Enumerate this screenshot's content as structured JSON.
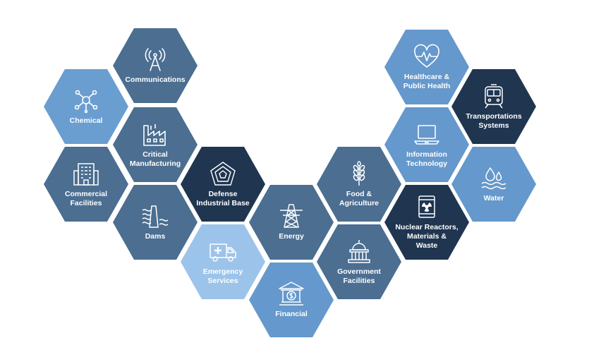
{
  "sectors": [
    {
      "label": "Communications",
      "icon": "antenna-icon",
      "tone": "mid"
    },
    {
      "label": "Chemical",
      "icon": "molecule-icon",
      "tone": "light"
    },
    {
      "label": "Critical\nManufacturing",
      "icon": "factory-icon",
      "tone": "mid"
    },
    {
      "label": "Commercial\nFacilities",
      "icon": "building-icon",
      "tone": "mid"
    },
    {
      "label": "Dams",
      "icon": "dam-icon",
      "tone": "mid"
    },
    {
      "label": "Defense\nIndustrial Base",
      "icon": "pentagon-icon",
      "tone": "dark"
    },
    {
      "label": "Emergency\nServices",
      "icon": "ambulance-icon",
      "tone": "pale"
    },
    {
      "label": "Energy",
      "icon": "power-tower-icon",
      "tone": "mid"
    },
    {
      "label": "Financial",
      "icon": "bank-icon",
      "tone": "blue"
    },
    {
      "label": "Food &\nAgriculture",
      "icon": "wheat-icon",
      "tone": "mid"
    },
    {
      "label": "Government\nFacilities",
      "icon": "capitol-icon",
      "tone": "mid"
    },
    {
      "label": "Information\nTechnology",
      "icon": "laptop-icon",
      "tone": "blue"
    },
    {
      "label": "Nuclear Reactors,\nMaterials &\nWaste",
      "icon": "radiation-icon",
      "tone": "dark"
    },
    {
      "label": "Healthcare &\nPublic Health",
      "icon": "heart-pulse-icon",
      "tone": "blue"
    },
    {
      "label": "Transportations\nSystems",
      "icon": "train-icon",
      "tone": "dark"
    },
    {
      "label": "Water",
      "icon": "water-drops-icon",
      "tone": "blue"
    }
  ],
  "colors": {
    "mid": "#4b6e91",
    "light": "#6a9ed1",
    "pale": "#9cc3ea",
    "dark": "#1f3550",
    "blue": "#6598cc"
  }
}
